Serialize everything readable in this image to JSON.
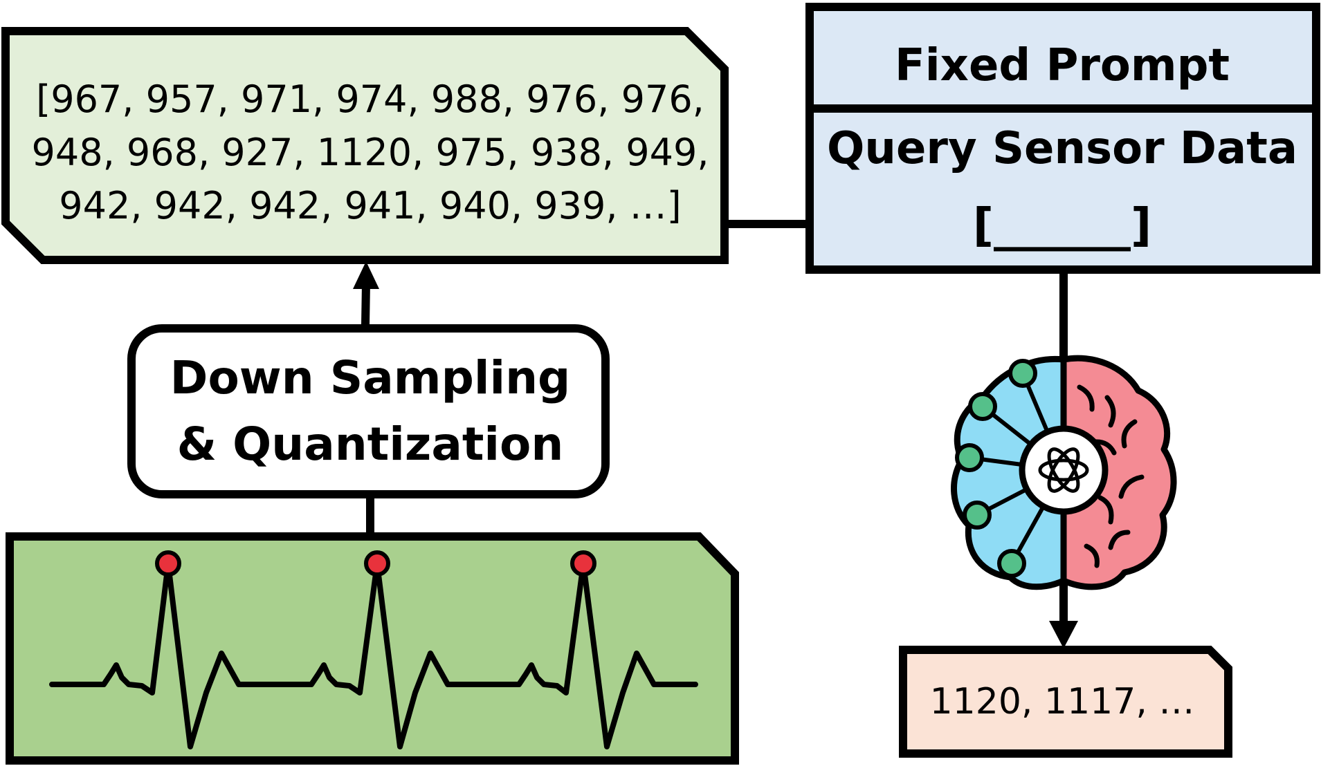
{
  "sequence_box": {
    "lines": [
      "[967, 957, 971, 974, 988, 976, 976,",
      "948, 968, 927, 1120, 975, 938, 949,",
      "942, 942, 942, 941, 940, 939, …]"
    ]
  },
  "process_box": {
    "line1": "Down Sampling",
    "line2": "& Quantization"
  },
  "prompt_box": {
    "fixed_label": "Fixed Prompt",
    "query_label": "Query Sensor Data",
    "slot": "[______]"
  },
  "output_box": {
    "text": "1120, 1117, …"
  },
  "icons": {
    "llm": "brain-llm-icon",
    "signal": "ecg-waveform-icon"
  },
  "colors": {
    "sequence_fill": "#e3efd9",
    "signal_fill": "#a9d08e",
    "prompt_fill": "#dce8f5",
    "output_fill": "#fbe3d6",
    "peak_marker": "#e8323c",
    "brain_left": "#8fdcf5",
    "brain_right": "#f48b94",
    "node": "#55c08a"
  }
}
